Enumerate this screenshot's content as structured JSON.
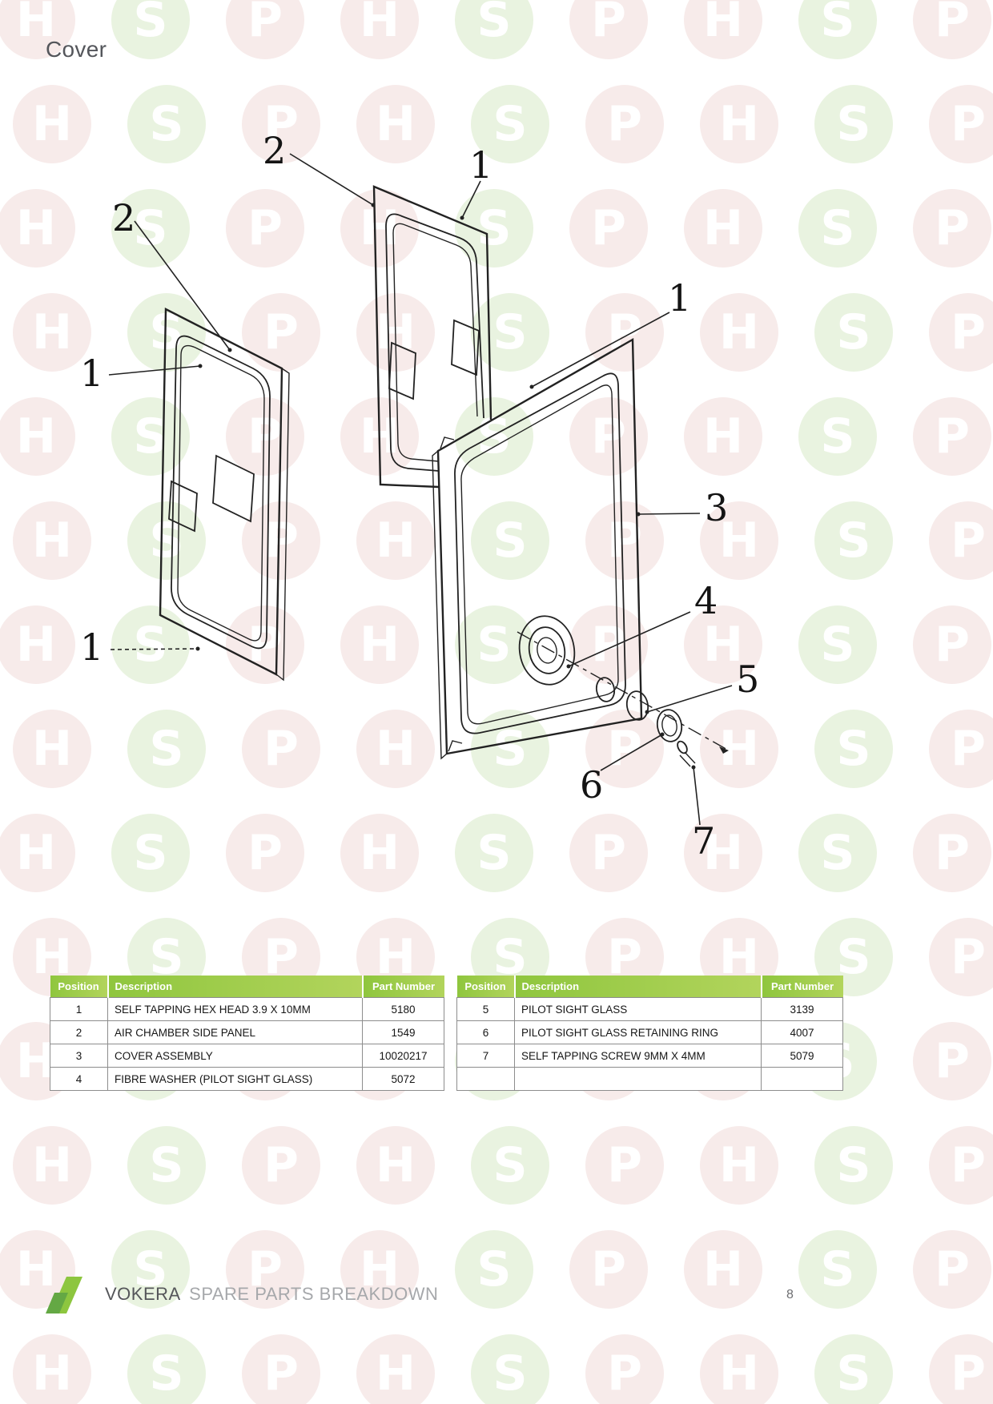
{
  "page": {
    "title": "Cover",
    "page_number": "8"
  },
  "watermark": {
    "letters": [
      "H",
      "S",
      "P"
    ],
    "pink": "#f7ebea",
    "green": "#e9f3e0"
  },
  "diagram": {
    "callouts": [
      {
        "id": "2-top",
        "text": "2"
      },
      {
        "id": "1-top",
        "text": "1"
      },
      {
        "id": "2-left",
        "text": "2"
      },
      {
        "id": "1-left-upper",
        "text": "1"
      },
      {
        "id": "1-right",
        "text": "1"
      },
      {
        "id": "3-right",
        "text": "3"
      },
      {
        "id": "4-right",
        "text": "4"
      },
      {
        "id": "5-right",
        "text": "5"
      },
      {
        "id": "1-left-lower",
        "text": "1"
      },
      {
        "id": "6-bottom",
        "text": "6"
      },
      {
        "id": "7-bottom",
        "text": "7"
      }
    ]
  },
  "tables": [
    {
      "headers": [
        "Position",
        "Description",
        "Part Number"
      ],
      "rows": [
        [
          "1",
          "SELF TAPPING HEX HEAD 3.9 X 10MM",
          "5180"
        ],
        [
          "2",
          "AIR CHAMBER SIDE PANEL",
          "1549"
        ],
        [
          "3",
          "COVER ASSEMBLY",
          "10020217"
        ],
        [
          "4",
          "FIBRE WASHER (PILOT SIGHT GLASS)",
          "5072"
        ]
      ]
    },
    {
      "headers": [
        "Position",
        "Description",
        "Part Number"
      ],
      "rows": [
        [
          "5",
          "PILOT SIGHT GLASS",
          "3139"
        ],
        [
          "6",
          "PILOT SIGHT GLASS RETAINING RING",
          "4007"
        ],
        [
          "7",
          "SELF TAPPING SCREW 9MM X 4MM",
          "5079"
        ],
        [
          "",
          "",
          ""
        ]
      ]
    }
  ],
  "footer": {
    "brand": "VOKERA",
    "subtitle": "SPARE PARTS BREAKDOWN"
  },
  "colors": {
    "header_green": "#9cca3c",
    "accent_green": "#8dc63f"
  }
}
